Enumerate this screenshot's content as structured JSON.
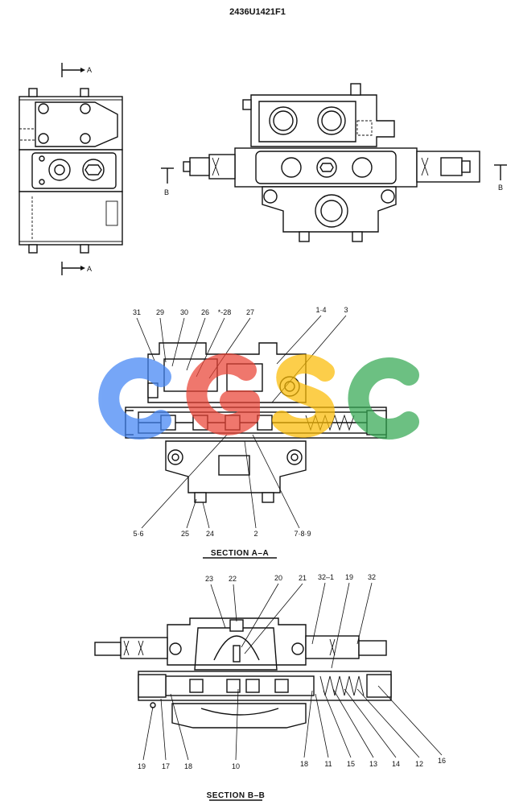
{
  "drawing_number": "2436U1421F1",
  "section_markers": {
    "a_top": "A",
    "a_bottom": "A",
    "b_left": "B",
    "b_right": "B"
  },
  "section_aa": {
    "caption": "SECTION  A–A",
    "callouts": [
      "31",
      "29",
      "30",
      "26",
      "*-28",
      "27",
      "1·4",
      "3",
      "5·6",
      "25",
      "24",
      "2",
      "7·8·9"
    ]
  },
  "section_bb": {
    "caption": "SECTION  B–B",
    "callouts": [
      "23",
      "22",
      "20",
      "21",
      "32–1",
      "19",
      "32",
      "19",
      "17",
      "18",
      "10",
      "18",
      "11",
      "15",
      "13",
      "14",
      "12",
      "16"
    ]
  },
  "watermark": {
    "letters": [
      "C",
      "G",
      "S",
      "C"
    ],
    "colors": [
      "#4285F4",
      "#EA4335",
      "#FBBC05",
      "#34A853"
    ]
  }
}
